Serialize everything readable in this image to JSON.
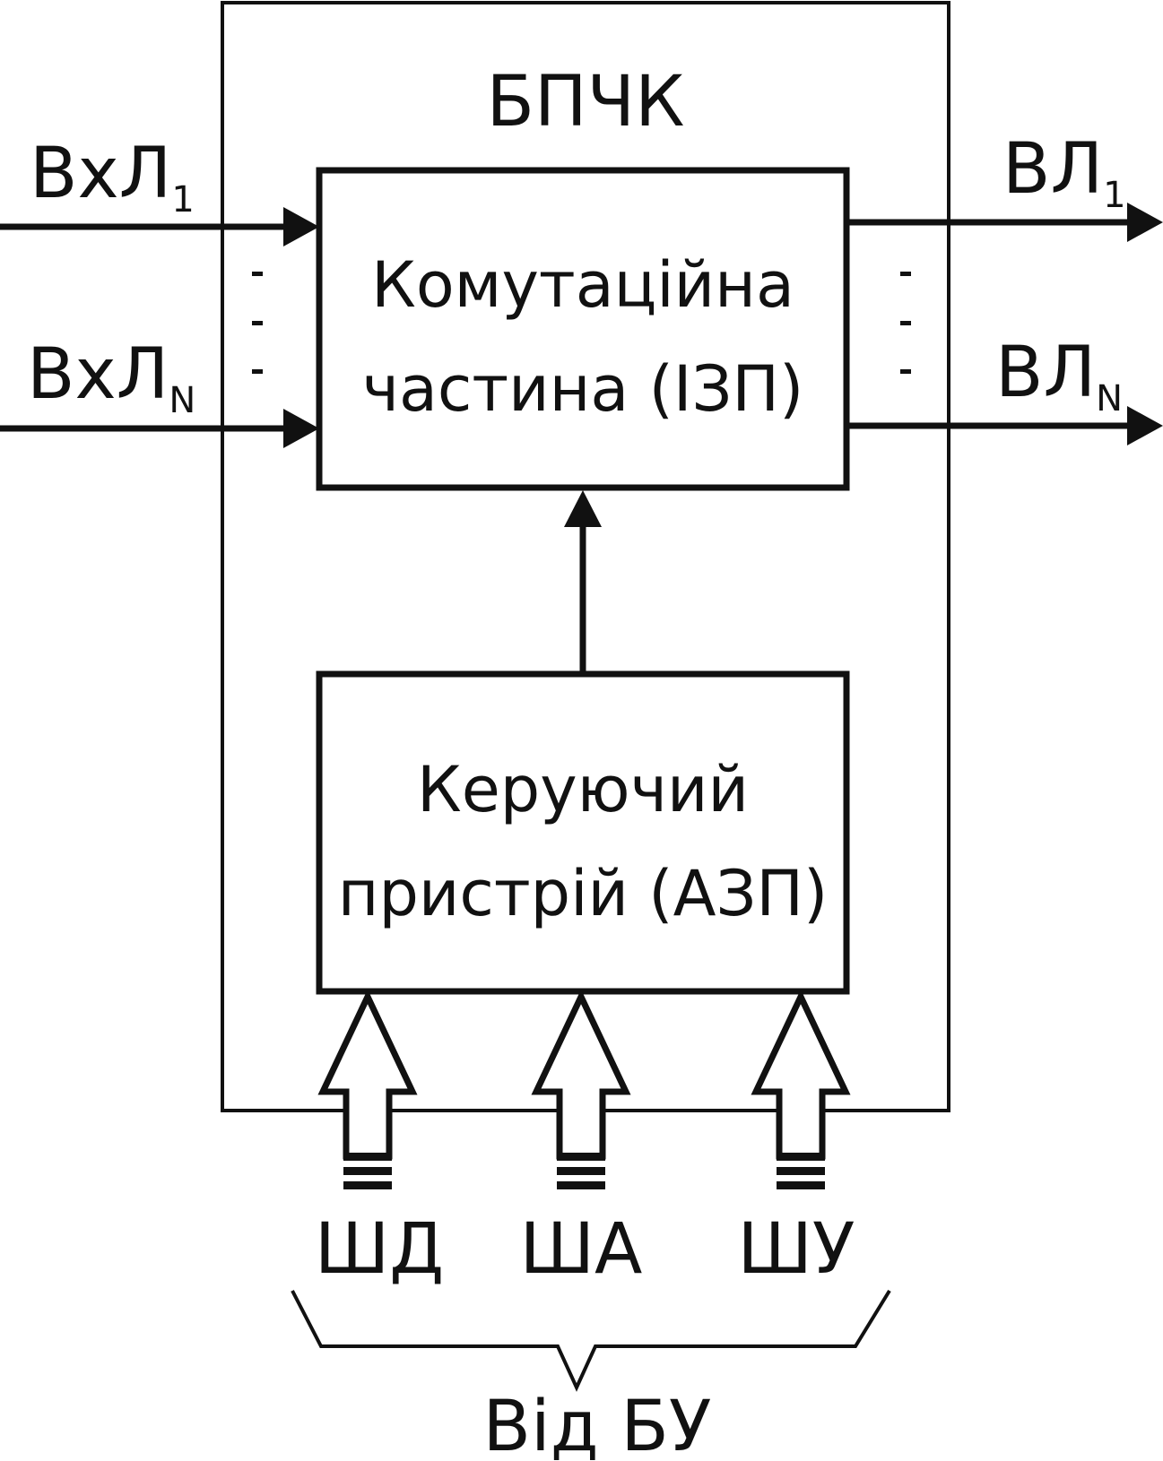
{
  "outer_block": {
    "label": "БПЧК"
  },
  "switching_block": {
    "line1": "Комутаційна",
    "line2": "частина (ІЗП)"
  },
  "control_block": {
    "line1": "Керуючий",
    "line2": "пристрій (АЗП)"
  },
  "inputs": [
    {
      "base": "ВхЛ",
      "sub": "1"
    },
    {
      "base": "ВхЛ",
      "sub": "N"
    }
  ],
  "outputs": [
    {
      "base": "ВЛ",
      "sub": "1"
    },
    {
      "base": "ВЛ",
      "sub": "N"
    }
  ],
  "buses": [
    {
      "label": "ШД"
    },
    {
      "label": "ША"
    },
    {
      "label": "ШУ"
    }
  ],
  "source": {
    "label": "Від БУ"
  },
  "colors": {
    "stroke": "#111111",
    "background": "#ffffff"
  }
}
